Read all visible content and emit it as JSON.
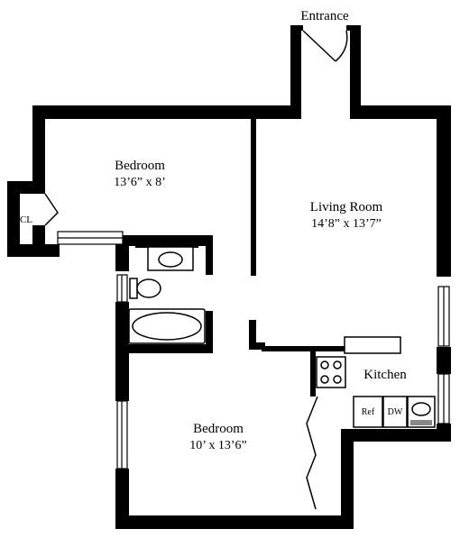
{
  "entrance": "Entrance",
  "bedroom1": {
    "name": "Bedroom",
    "size": "13’6” x 8’"
  },
  "living": {
    "name": "Living Room",
    "size": "14’8” x 13’7”"
  },
  "closet": "CL",
  "kitchen": {
    "name": "Kitchen",
    "ref": "Ref",
    "dw": "DW"
  },
  "bedroom2": {
    "name": "Bedroom",
    "size": "10’ x 13’6”"
  },
  "colors": {
    "wall": "#000000",
    "background": "#ffffff",
    "fixture": "#ffffff"
  }
}
